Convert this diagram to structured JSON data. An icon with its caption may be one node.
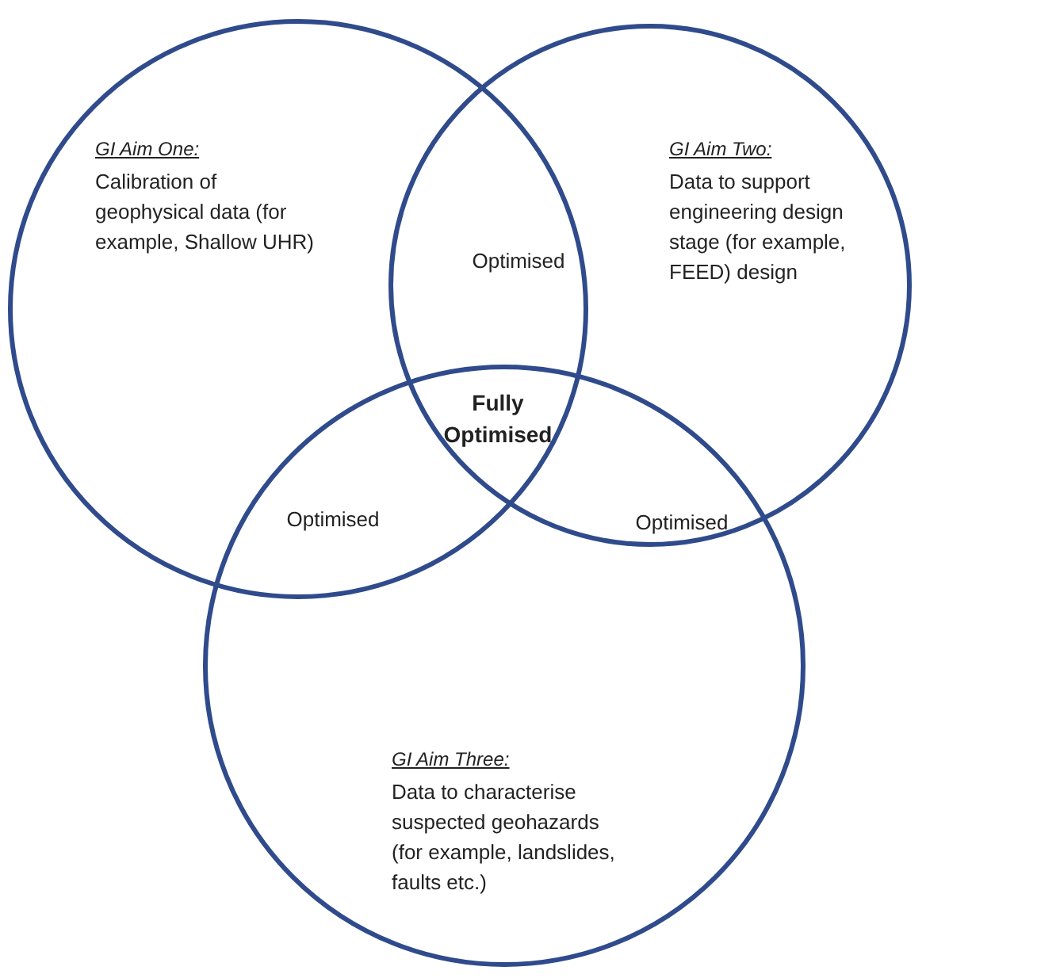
{
  "diagram": {
    "nodes": [
      {
        "text": [
          "GI Aim One:",
          "Calibration of geophysical data (for example, Shallow UHR)"
        ]
      },
      {
        "text": [
          "GI Aim Two:",
          "Data to support engineering design stage (for example, FEED) design"
        ]
      },
      {
        "text": [
          "GI Aim Three:",
          "Data to characterise suspected geohazards (for example, landslides, faults etc.)"
        ]
      }
    ],
    "labels": [
      "Optimised",
      "Fully Optimised",
      "Optimised",
      "Optimised"
    ]
  }
}
